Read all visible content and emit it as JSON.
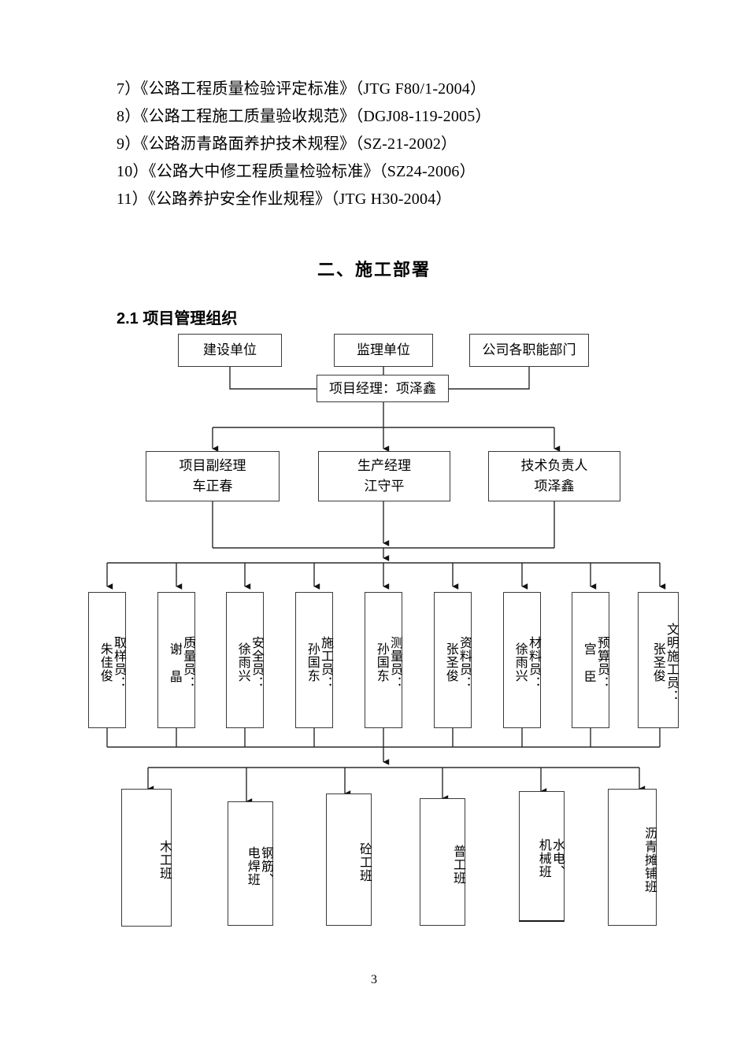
{
  "document": {
    "page_number": "3",
    "section_title": "二、施工部署",
    "sub_title": "2.1 项目管理组织"
  },
  "references": [
    "7）《公路工程质量检验评定标准》（JTG F80/1-2004）",
    "8）《公路工程施工质量验收规范》（DGJ08-119-2005）",
    "9）《公路沥青路面养护技术规程》（SZ-21-2002）",
    "10）《公路大中修工程质量检验标准》（SZ24-2006）",
    "11）《公路养护安全作业规程》（JTG H30-2004）"
  ],
  "org_chart": {
    "tier1": [
      {
        "label": "建设单位"
      },
      {
        "label": "监理单位"
      },
      {
        "label": "公司各职能部门"
      }
    ],
    "manager": {
      "label": "项目经理：项泽鑫"
    },
    "tier2": [
      {
        "role": "项目副经理",
        "name": "车正春"
      },
      {
        "role": "生产经理",
        "name": "江守平"
      },
      {
        "role": "技术负责人",
        "name": "项泽鑫"
      }
    ],
    "staff": [
      {
        "label": "取样员：\n朱佳俊"
      },
      {
        "label": "质量员：\n谢 晶"
      },
      {
        "label": "安全员：\n徐雨兴"
      },
      {
        "label": "施工员：\n孙国东"
      },
      {
        "label": "测量员：\n孙国东"
      },
      {
        "label": "资料员：\n张圣俊"
      },
      {
        "label": "材料员：\n徐雨兴"
      },
      {
        "label": "预算员：\n宫 臣"
      },
      {
        "label": "文明施工员：\n张圣俊"
      }
    ],
    "teams": [
      {
        "label": "木工班"
      },
      {
        "label": "钢筋、\n电焊班"
      },
      {
        "label": "砼工班"
      },
      {
        "label": "普工班"
      },
      {
        "label": "水电、\n机械班"
      },
      {
        "label": "沥青摊铺班"
      }
    ]
  }
}
